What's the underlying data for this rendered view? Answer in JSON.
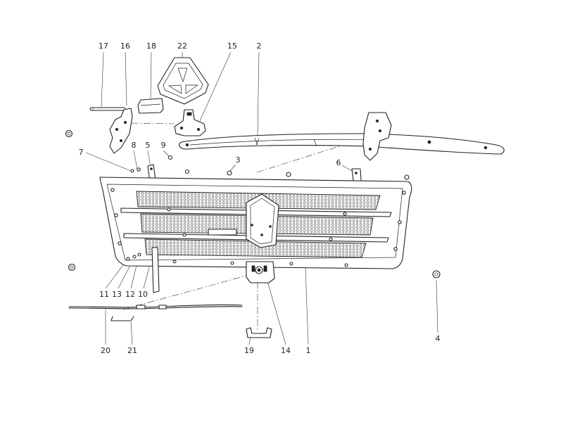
{
  "diagram": {
    "callouts": [
      {
        "id": "c17",
        "label": "17"
      },
      {
        "id": "c16",
        "label": "16"
      },
      {
        "id": "c18",
        "label": "18"
      },
      {
        "id": "c22",
        "label": "22"
      },
      {
        "id": "c15",
        "label": "15"
      },
      {
        "id": "c2",
        "label": "2"
      },
      {
        "id": "c8",
        "label": "8"
      },
      {
        "id": "c5",
        "label": "5"
      },
      {
        "id": "c9",
        "label": "9"
      },
      {
        "id": "c7",
        "label": "7"
      },
      {
        "id": "c3",
        "label": "3"
      },
      {
        "id": "c6",
        "label": "6"
      },
      {
        "id": "c11",
        "label": "11"
      },
      {
        "id": "c13",
        "label": "13"
      },
      {
        "id": "c12",
        "label": "12"
      },
      {
        "id": "c10",
        "label": "10"
      },
      {
        "id": "c20",
        "label": "20"
      },
      {
        "id": "c21",
        "label": "21"
      },
      {
        "id": "c19",
        "label": "19"
      },
      {
        "id": "c14",
        "label": "14"
      },
      {
        "id": "c1",
        "label": "1"
      },
      {
        "id": "c4",
        "label": "4"
      }
    ],
    "colors": {
      "line": "#222222",
      "background": "#ffffff",
      "mesh": "#555555"
    }
  }
}
